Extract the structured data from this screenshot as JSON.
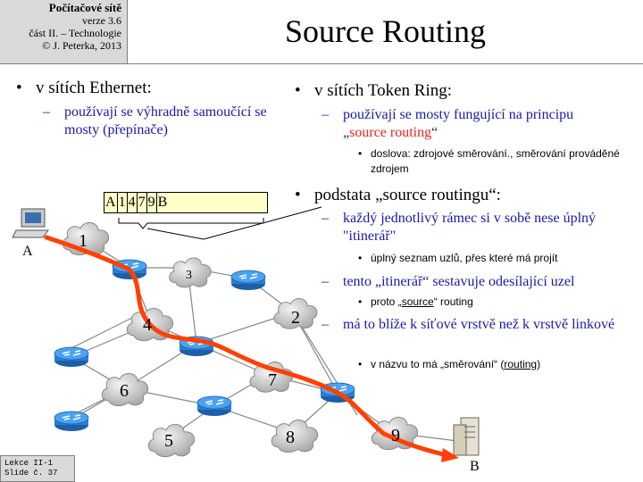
{
  "header": {
    "course": "Počítačové sítě",
    "version": "verze 3.6",
    "part": "část II. – Technologie",
    "author": "© J. Peterka, 2013"
  },
  "title": "Source Routing",
  "left": {
    "bullet": "v sítích Ethernet:",
    "sub": "používají se výhradně samoučící se mosty (přepínače)"
  },
  "right": {
    "b1": "v sítích Token Ring:",
    "b1_sub_pre": "používají se mosty fungující na principu „",
    "b1_sub_red": "source routing",
    "b1_sub_post": "“",
    "b1_subsub": "doslova: zdrojové směrování., směrování prováděné zdrojem",
    "b2": "podstata „source routingu“:",
    "b2_s1": "každý jednotlivý rámec si v sobě nese úplný \"itinerář\"",
    "b2_s1_ss": "úplný seznam uzlů, přes které má projít",
    "b2_s2": "tento „itinerář“ sestavuje odesílající uzel",
    "b2_s2_ss_pre": "proto „",
    "b2_s2_ss_u": "source",
    "b2_s2_ss_post": "“ routing",
    "b2_s3": "má to blíže k síťové vrstvě než k vrstvě linkové",
    "b2_s3_ss_pre": "v názvu to má „směrování“ (",
    "b2_s3_ss_u": "routing",
    "b2_s3_ss_post": ")"
  },
  "route": [
    "A",
    "1",
    "4",
    "7",
    "9",
    "B"
  ],
  "diagram": {
    "node_a": "A",
    "node_b": "B",
    "networks": [
      "1",
      "3",
      "2",
      "4",
      "6",
      "7",
      "5",
      "8",
      "9"
    ],
    "colors": {
      "path": "#ff4000",
      "router": "#2a7fd4",
      "cloud": "#d0d0d0"
    }
  },
  "footer": {
    "line1": "Lekce II-1",
    "line2": "Slide č. 37"
  }
}
